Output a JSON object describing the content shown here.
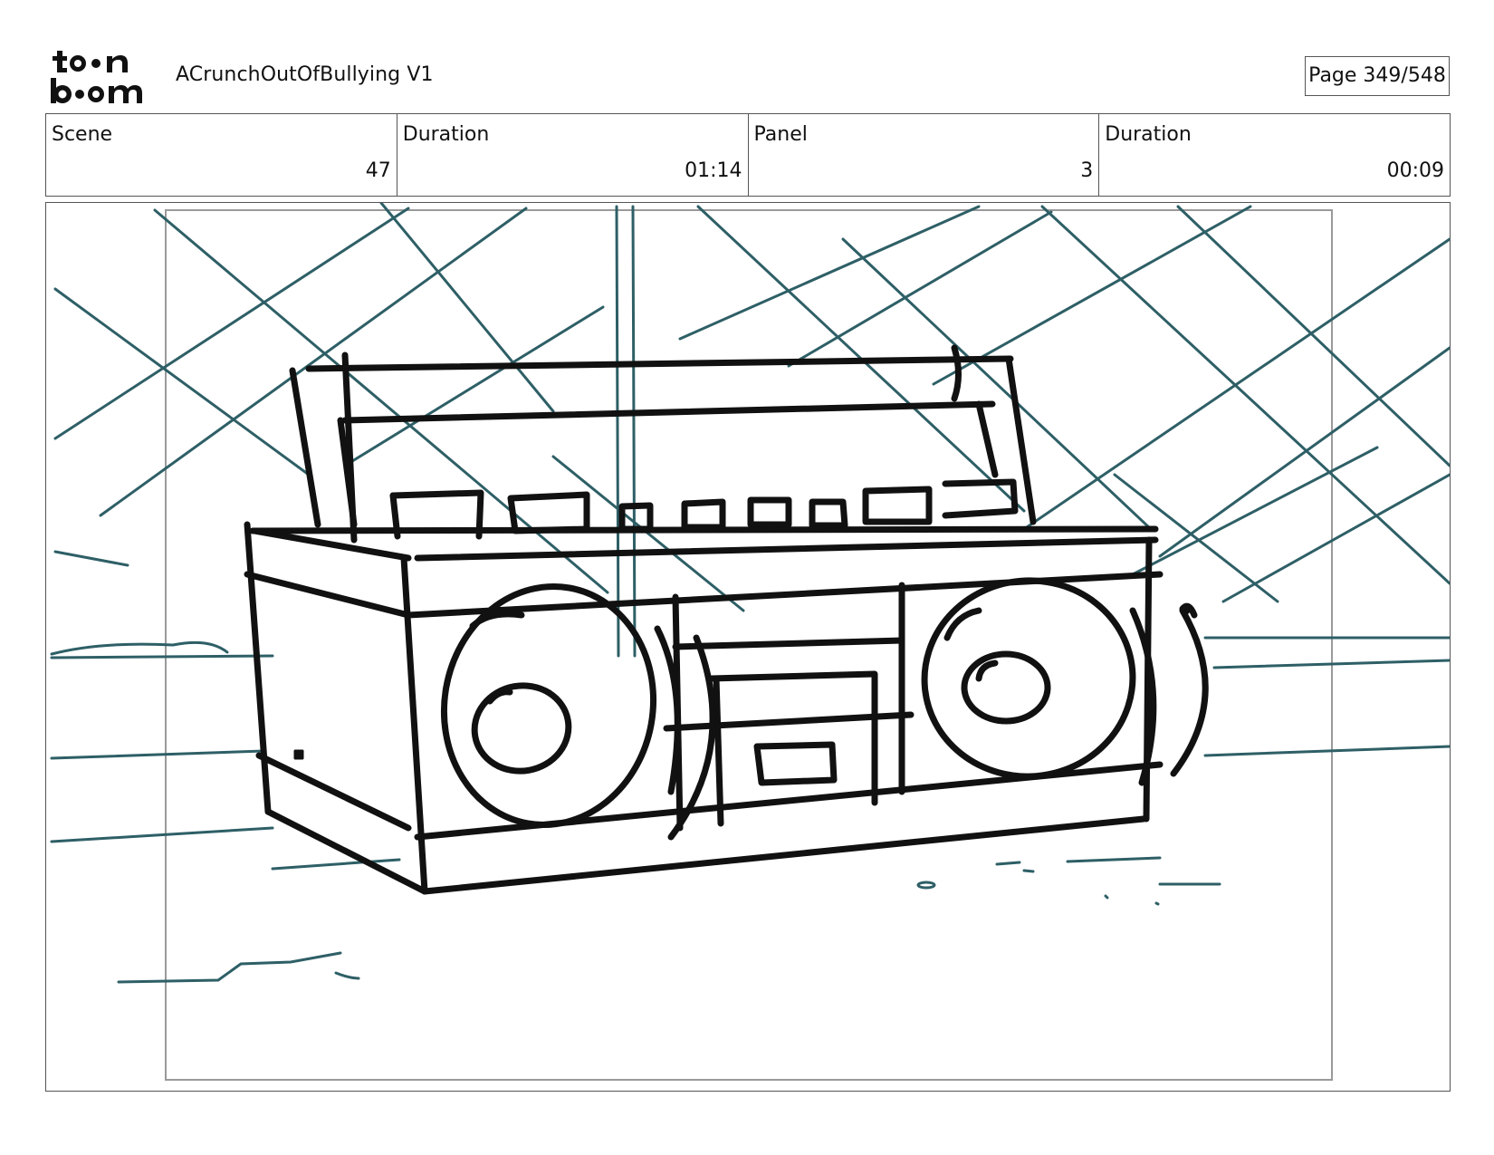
{
  "header": {
    "logo_text": "toon boom",
    "project_title": "ACrunchOutOfBullying V1",
    "page_indicator": "Page 349/548"
  },
  "info": {
    "scene_label": "Scene",
    "scene_value": "47",
    "scene_duration_label": "Duration",
    "scene_duration_value": "01:14",
    "panel_label": "Panel",
    "panel_value": "3",
    "panel_duration_label": "Duration",
    "panel_duration_value": "00:09"
  },
  "colors": {
    "sketch_line": "#111111",
    "background_line": "#2e5f66",
    "frame_border": "#555555"
  }
}
